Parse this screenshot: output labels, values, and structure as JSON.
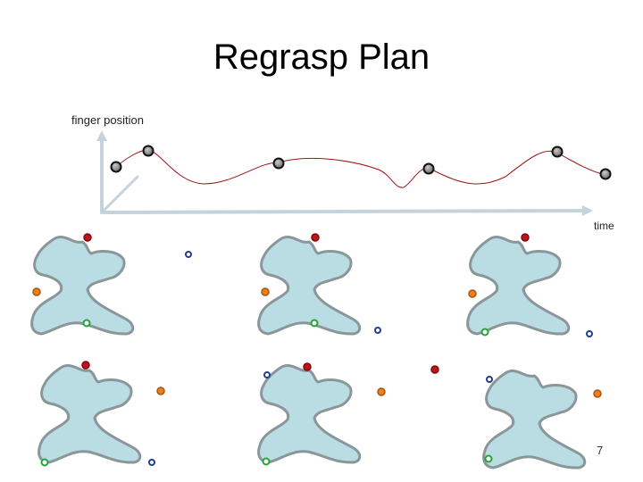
{
  "slide": {
    "title": "Regrasp Plan",
    "page_number": "7"
  },
  "plot": {
    "y_label": "finger position",
    "x_label": "time",
    "curve_color": "#a01515",
    "axis_color": "#c5d3dc"
  },
  "legend_colors": {
    "shape_fill": "#b9dde3",
    "shape_stroke": "#8a9699",
    "finger_red": "#c0141a",
    "finger_orange": "#ee7f1f",
    "finger_green": "#24a336",
    "finger_blue": "#1f3f8f"
  },
  "panels": [
    {
      "id": "grasp-1"
    },
    {
      "id": "grasp-2"
    },
    {
      "id": "grasp-3"
    },
    {
      "id": "grasp-4"
    },
    {
      "id": "grasp-5"
    },
    {
      "id": "grasp-6"
    }
  ]
}
